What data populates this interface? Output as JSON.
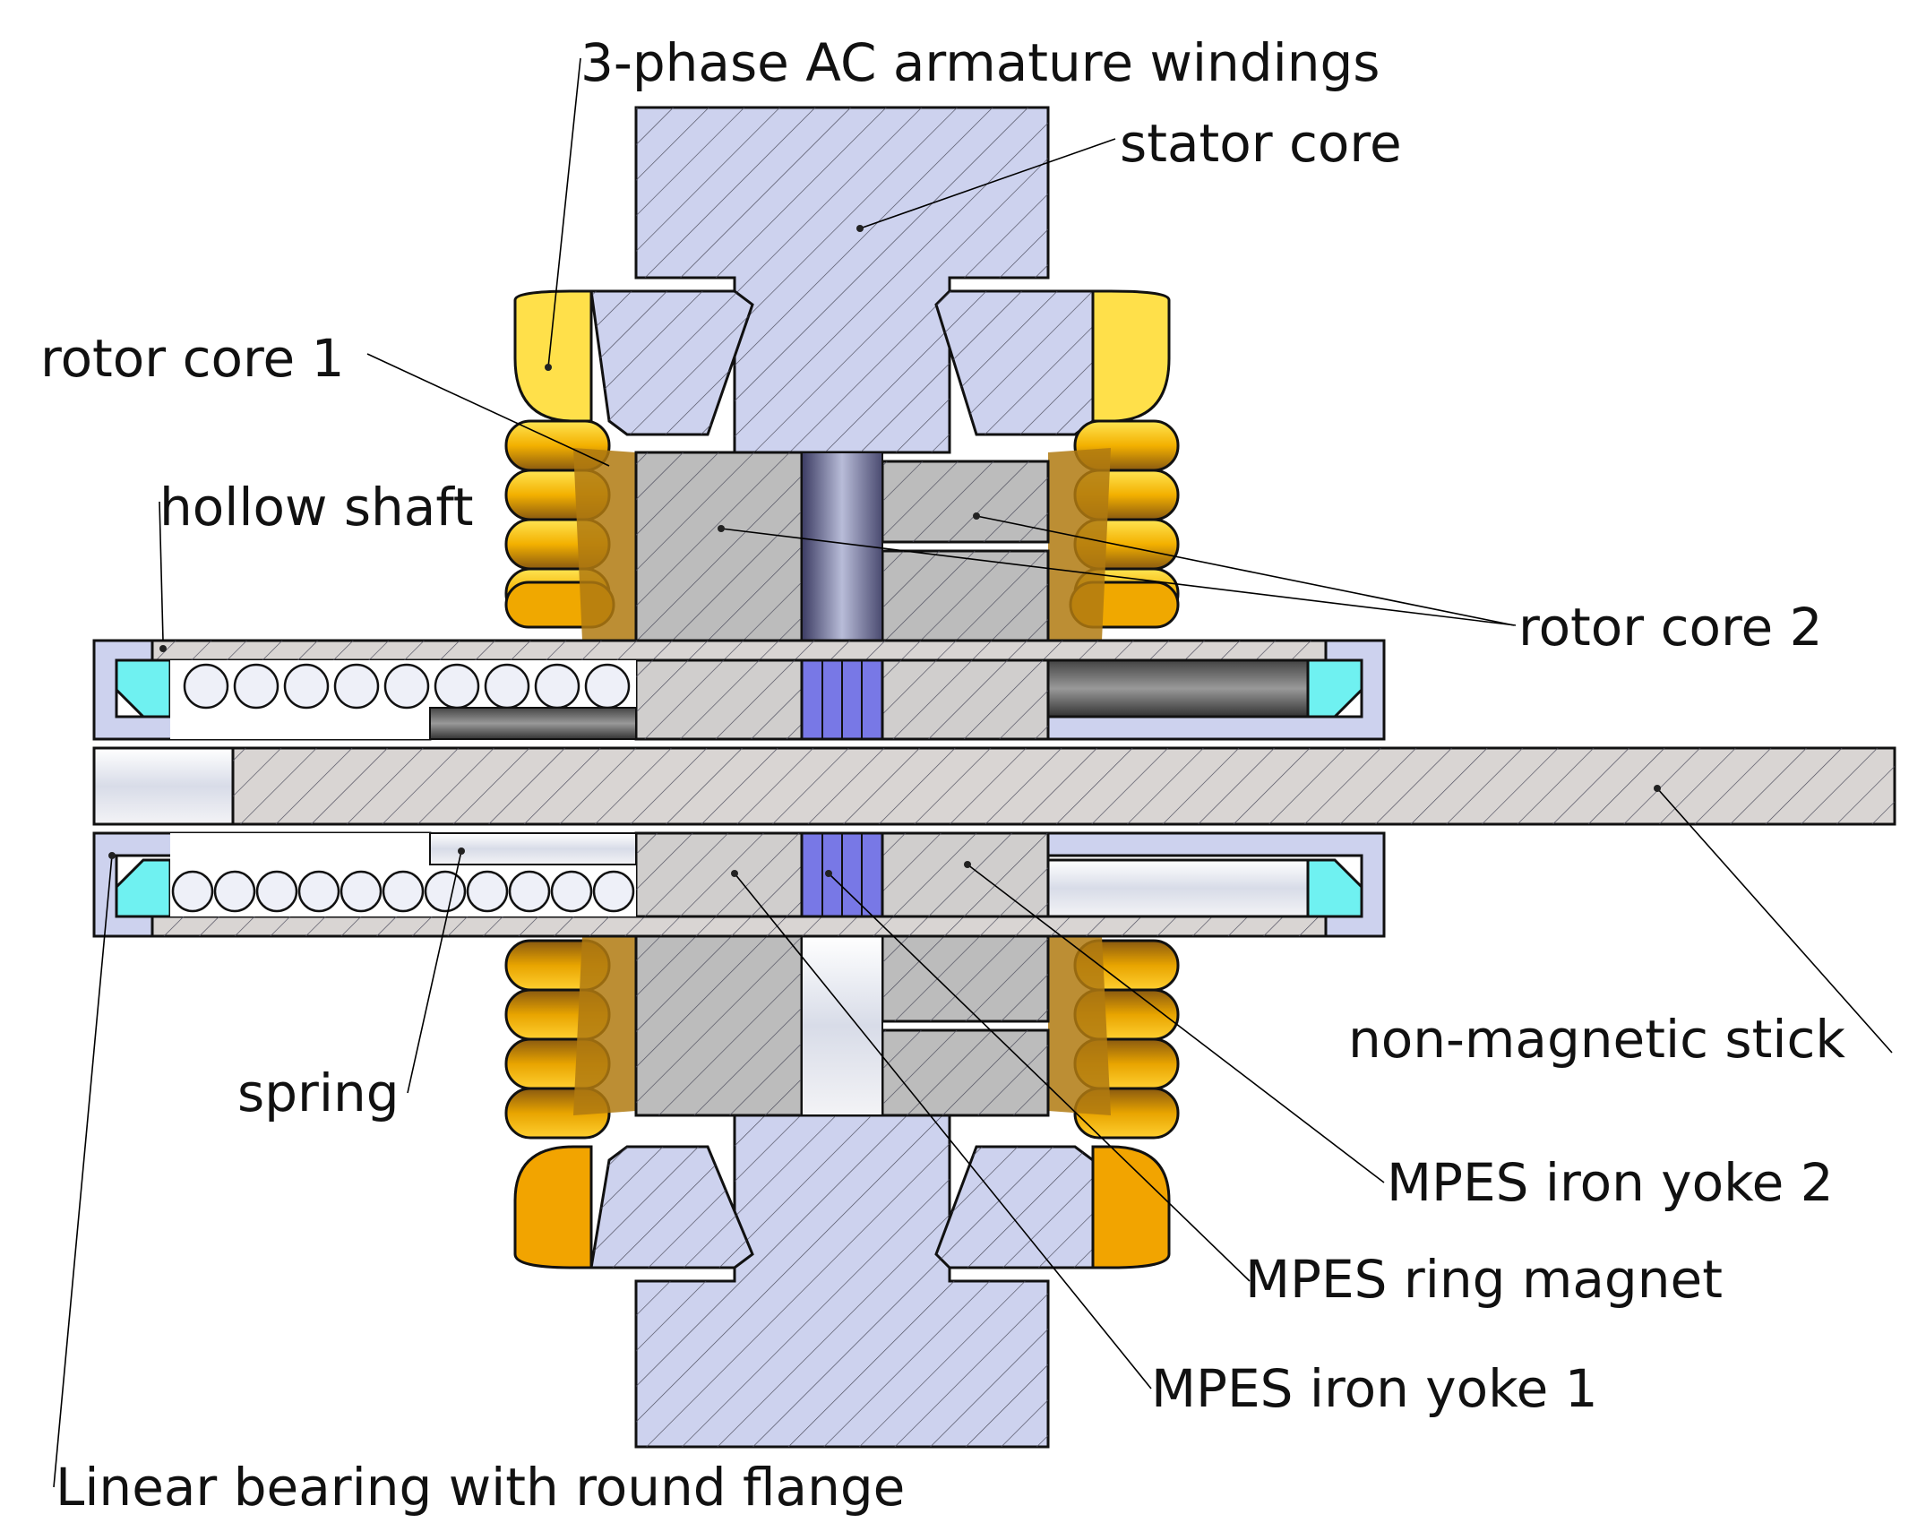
{
  "labels": {
    "armature_windings": "3-phase AC armature windings",
    "stator_core": "stator core",
    "rotor_core_1": "rotor core 1",
    "hollow_shaft": "hollow shaft",
    "rotor_core_2": "rotor core 2",
    "non_magnetic_stick": "non-magnetic stick",
    "spring": "spring",
    "mpes_iron_yoke_2": "MPES iron yoke 2",
    "mpes_ring_magnet": "MPES ring magnet",
    "mpes_iron_yoke_1": "MPES iron yoke 1",
    "linear_bearing": "Linear bearing with round flange"
  },
  "colors": {
    "stator": "#cdd2ee",
    "rotor_grey": "#bcbcbc",
    "shaft_grey": "#d9d5d3",
    "winding_gold": "#f6b400",
    "winding_yellow": "#ffe04a",
    "winding_brown": "#8a5a10",
    "magnet_blue": "#7878e6",
    "bearing_cyan": "#6ff1f1",
    "spring_white": "#eef0f8"
  }
}
